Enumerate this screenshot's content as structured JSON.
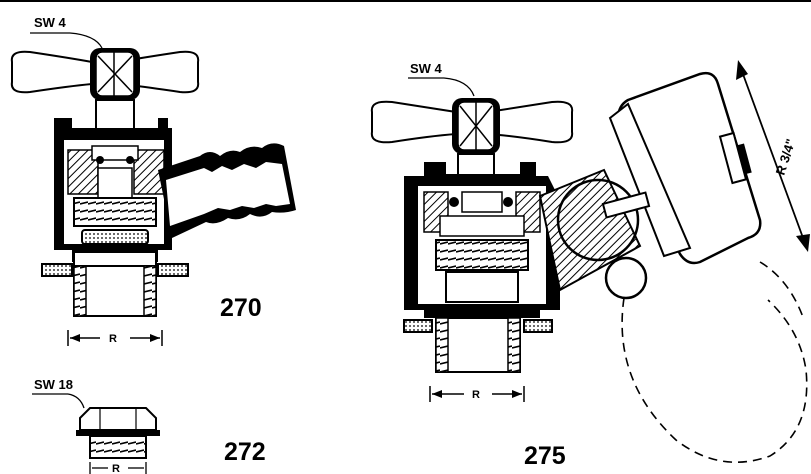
{
  "figure_270": {
    "wrench_label": "SW 4",
    "dimension_label": "R",
    "number": "270"
  },
  "figure_272": {
    "wrench_label": "SW 18",
    "dimension_label": "R",
    "number": "272"
  },
  "figure_275": {
    "wrench_label": "SW 4",
    "dimension_label": "R",
    "number": "275",
    "hose_thread_label": "R 3/4\""
  },
  "colors": {
    "ink": "#000000",
    "paper": "#ffffff"
  }
}
